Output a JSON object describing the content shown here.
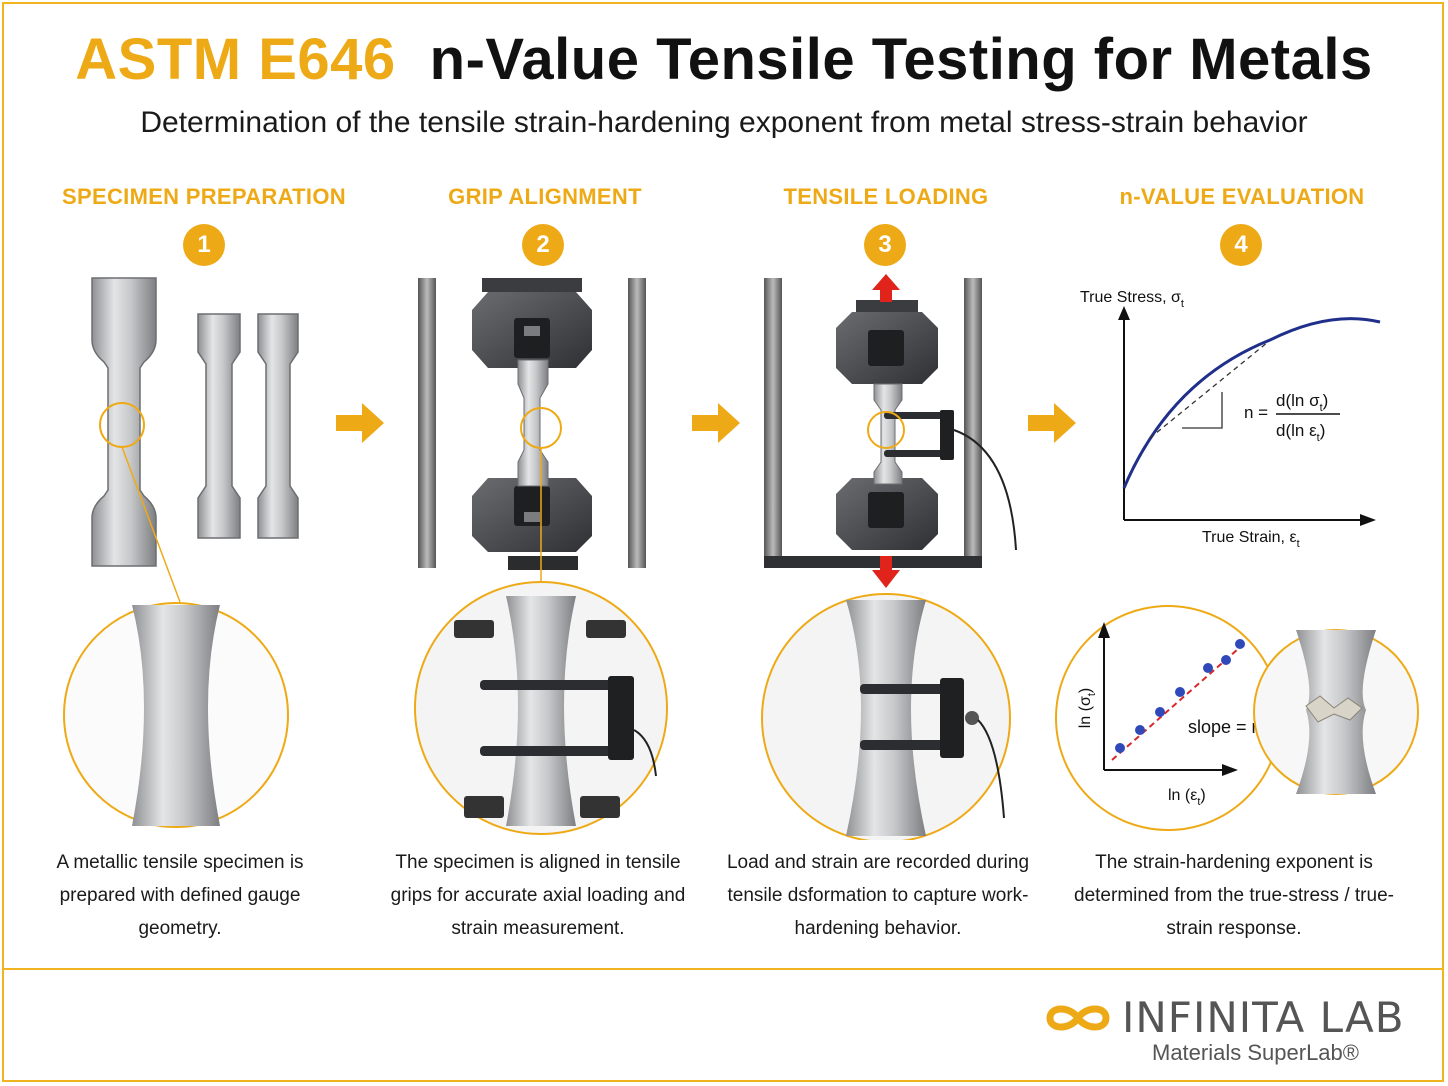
{
  "title": {
    "code": "ASTM E646",
    "rest": "n-Value Tensile Testing for Metals"
  },
  "subtitle": "Determination of the tensile strain-hardening exponent from metal stress-strain behavior",
  "steps": [
    {
      "number": "1",
      "heading": "SPECIMEN PREPARATION",
      "caption": "A metallic tensile specimen is prepared with defined gauge geometry."
    },
    {
      "number": "2",
      "heading": "GRIP ALIGNMENT",
      "caption": "The specimen is aligned in tensile grips for accurate axial loading and strain measurement."
    },
    {
      "number": "3",
      "heading": "TENSILE LOADING",
      "caption": "Load and strain are recorded during tensile dsformation to capture work-hardening behavior."
    },
    {
      "number": "4",
      "heading": "n-VALUE EVALUATION",
      "caption": "The strain-hardening exponent is determined from the true-stress / true-strain response."
    }
  ],
  "curve_plot": {
    "y_axis_label": "True Stress, σ",
    "y_axis_sub": "t",
    "x_axis_label": "True Strain, ε",
    "x_axis_sub": "t",
    "formula_lhs": "n =",
    "formula_num": "d(ln σ",
    "formula_den": "d(ln ε",
    "formula_sub": "t",
    "formula_close": ")"
  },
  "log_plot": {
    "y_axis_label": "ln (σ",
    "x_axis_label": "ln (ε",
    "axis_sub": "t",
    "axis_close": ")",
    "slope_label": "slope = n"
  },
  "logo": {
    "name": "INFINITA LAB",
    "tagline": "Materials SuperLab®"
  },
  "colors": {
    "accent": "#eeaa16",
    "curve": "#1f2f8a",
    "fit_line": "#d62828",
    "points": "#2f49b8",
    "arrow_red": "#e0231b"
  },
  "icons": [
    "infinity-logo-icon",
    "arrow-right-icon",
    "red-load-arrow-icon"
  ]
}
